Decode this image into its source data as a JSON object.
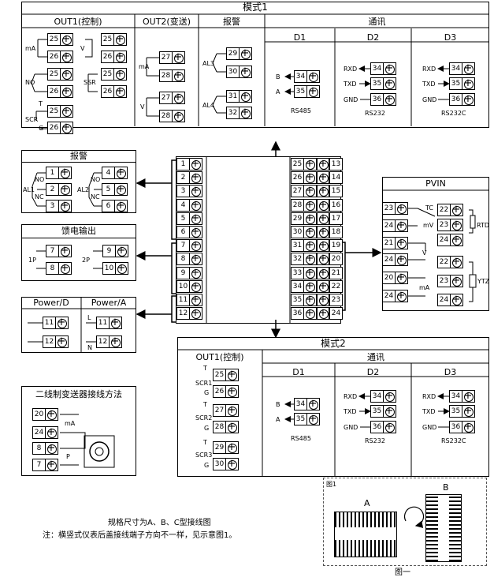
{
  "mode1": {
    "title": "模式1",
    "out1": "OUT1(控制)",
    "out2": "OUT2(变送)",
    "alarm": "报警",
    "comm": "通讯",
    "d1": "D1",
    "d2": "D2",
    "d3": "D3",
    "ma": "mA",
    "v": "V",
    "no": "NO",
    "ssr": "SSR",
    "scr": "SCR",
    "g": "G",
    "t": "T",
    "al3": "AL3",
    "al4": "AL4",
    "b": "B",
    "a": "A",
    "rs485": "RS485",
    "rxd": "RXD",
    "txd": "TXD",
    "gnd": "GND",
    "rs232": "RS232",
    "rs232c": "RS232C",
    "t25": "25",
    "t26": "26",
    "t27": "27",
    "t28": "28",
    "t29": "29",
    "t30": "30",
    "t31": "31",
    "t32": "32",
    "t34": "34",
    "t35": "35",
    "t36": "36"
  },
  "alarm_box": {
    "title": "报警",
    "al1": "AL1",
    "al2": "AL2",
    "no": "NO",
    "nc": "NC",
    "n1": "1",
    "n2": "2",
    "n3": "3",
    "n4": "4",
    "n5": "5",
    "n6": "6"
  },
  "feed_box": {
    "title": "馈电输出",
    "p1": "1P",
    "p2": "2P",
    "n7": "7",
    "n8": "8",
    "n9": "9",
    "n10": "10"
  },
  "power_box": {
    "title_d": "Power/D",
    "title_a": "Power/A",
    "l": "L",
    "n": "N",
    "n11": "11",
    "n12": "12"
  },
  "two_wire": {
    "title": "二线制变送器接线方法",
    "ma": "mA",
    "p": "P",
    "n20": "20",
    "n24": "24",
    "n8": "8",
    "n7": "7"
  },
  "center": {
    "left_terms": [
      "1",
      "2",
      "3",
      "4",
      "5",
      "6",
      "7",
      "8",
      "9",
      "10",
      "11",
      "12"
    ],
    "right_pairs": [
      [
        "25",
        "13"
      ],
      [
        "26",
        "14"
      ],
      [
        "27",
        "15"
      ],
      [
        "28",
        "16"
      ],
      [
        "29",
        "17"
      ],
      [
        "30",
        "18"
      ],
      [
        "31",
        "19"
      ],
      [
        "32",
        "20"
      ],
      [
        "33",
        "21"
      ],
      [
        "34",
        "22"
      ],
      [
        "35",
        "23"
      ],
      [
        "36",
        "24"
      ]
    ]
  },
  "pvin": {
    "title": "PVIN",
    "tc": "TC",
    "mv": "mV",
    "v": "V",
    "ma": "mA",
    "rtd": "RTD",
    "ytz": "YTZ",
    "n20": "20",
    "n21": "21",
    "n22": "22",
    "n23": "23",
    "n24": "24"
  },
  "mode2": {
    "title": "模式2",
    "out1": "OUT1(控制)",
    "comm": "通讯",
    "d1": "D1",
    "d2": "D2",
    "d3": "D3",
    "scr1": "SCR1",
    "scr2": "SCR2",
    "scr3": "SCR3",
    "g": "G",
    "t": "T",
    "b": "B",
    "a": "A",
    "rs485": "RS485",
    "rxd": "RXD",
    "txd": "TXD",
    "gnd": "GND",
    "rs232": "RS232",
    "rs232c": "RS232C",
    "t25": "25",
    "t26": "26",
    "t27": "27",
    "t28": "28",
    "t29": "29",
    "t30": "30",
    "t34": "34",
    "t35": "35",
    "t36": "36"
  },
  "footer": {
    "line1": "规格尺寸为A、B、C型接线图",
    "line2": "注：横竖式仪表后盖接线端子方向不一样，见示意图1。",
    "fig_label": "图1",
    "a": "A",
    "b": "B",
    "caption": "图一"
  }
}
